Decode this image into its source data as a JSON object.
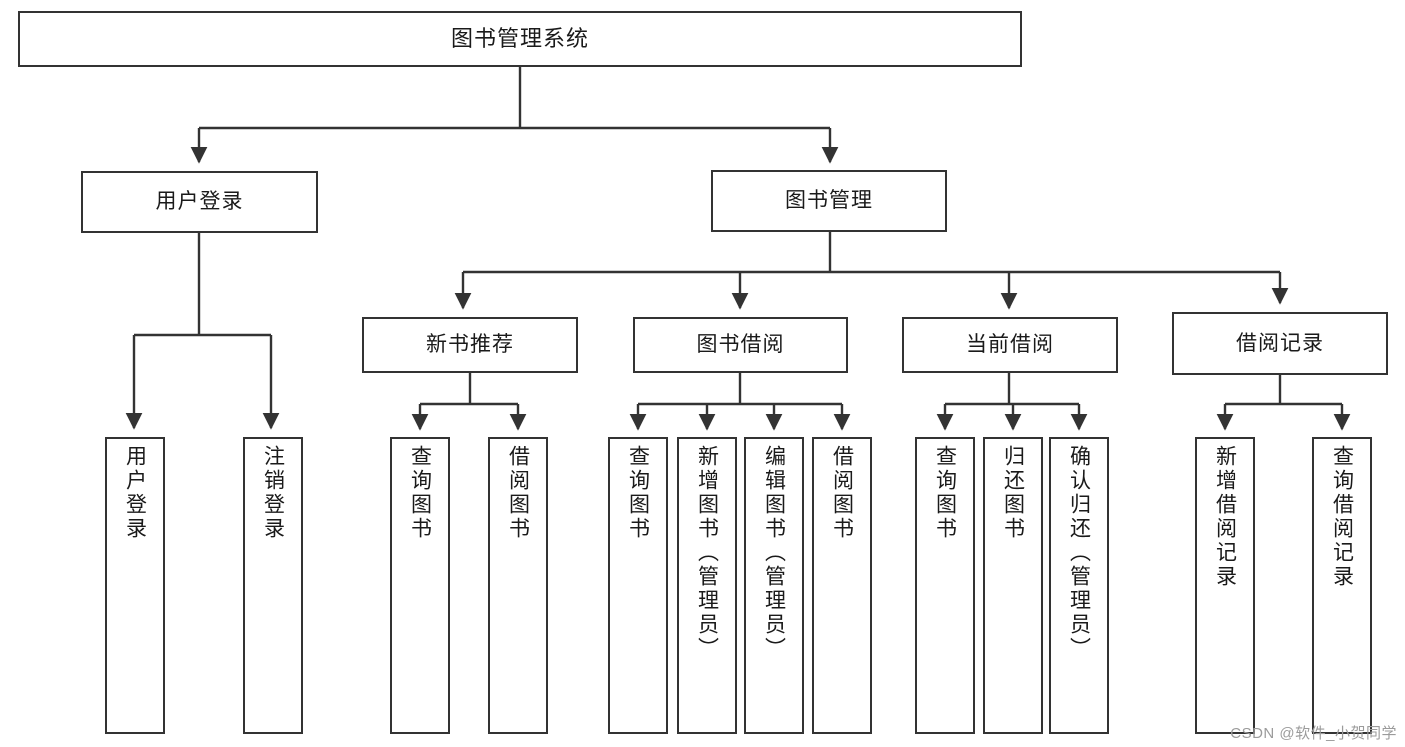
{
  "diagram": {
    "title": "图书管理系统",
    "type": "tree",
    "watermark": "CSDN @软件_小贺同学",
    "colors": {
      "stroke": "#333333",
      "fill": "#ffffff",
      "text": "#1a1a1a",
      "watermark": "#9b9b9b"
    },
    "nodes": {
      "root": {
        "label": "图书管理系统"
      },
      "level2": [
        {
          "id": "user-login",
          "label": "用户登录"
        },
        {
          "id": "book-management",
          "label": "图书管理"
        }
      ],
      "level3": [
        {
          "id": "new-book-recommend",
          "label": "新书推荐"
        },
        {
          "id": "book-borrow",
          "label": "图书借阅"
        },
        {
          "id": "current-borrow",
          "label": "当前借阅"
        },
        {
          "id": "borrow-record",
          "label": "借阅记录"
        }
      ],
      "leaves": {
        "user_login": [
          {
            "id": "leaf-user-login",
            "label": "用户登录"
          },
          {
            "id": "leaf-logout-login",
            "label": "注销登录"
          }
        ],
        "new_book_recommend": [
          {
            "id": "leaf-query-book-1",
            "label": "查询图书"
          },
          {
            "id": "leaf-borrow-book-1",
            "label": "借阅图书"
          }
        ],
        "book_borrow": [
          {
            "id": "leaf-query-book-2",
            "label": "查询图书"
          },
          {
            "id": "leaf-add-book",
            "label": "新增图书（管理员）"
          },
          {
            "id": "leaf-edit-book",
            "label": "编辑图书（管理员）"
          },
          {
            "id": "leaf-borrow-book-2",
            "label": "借阅图书"
          }
        ],
        "current_borrow": [
          {
            "id": "leaf-query-book-3",
            "label": "查询图书"
          },
          {
            "id": "leaf-return-book",
            "label": "归还图书"
          },
          {
            "id": "leaf-confirm-return",
            "label": "确认归还（管理员）"
          }
        ],
        "borrow_record": [
          {
            "id": "leaf-add-record",
            "label": "新增借阅记录"
          },
          {
            "id": "leaf-query-record",
            "label": "查询借阅记录"
          }
        ]
      }
    }
  }
}
